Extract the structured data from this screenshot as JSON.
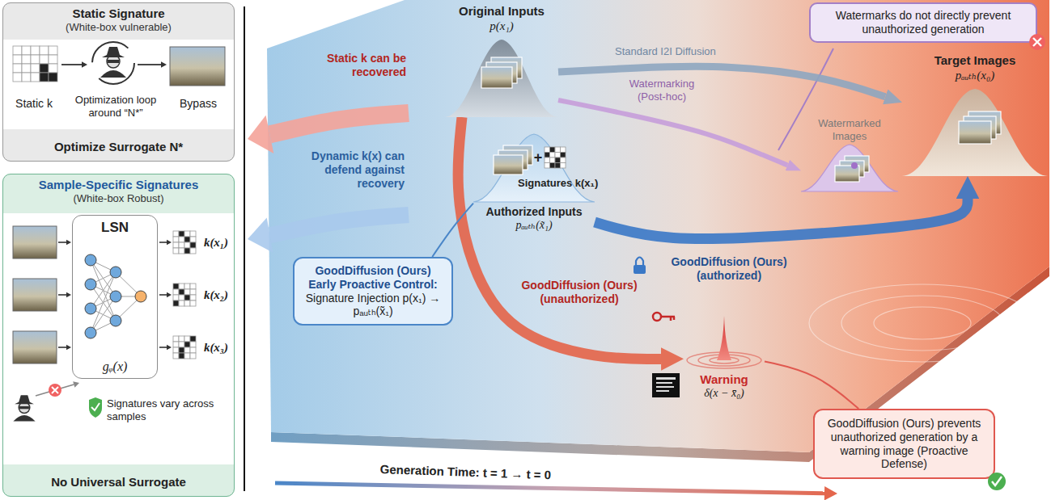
{
  "diagram": {
    "nodes": [
      {
        "text": [
          "Static Signature",
          "(White-box vulnerable)",
          "Optimize Surrogate N*"
        ]
      },
      {
        "text": [
          "Sample-Specific Signatures",
          "(White-box Robust)",
          "No Universal Surrogate"
        ]
      },
      {
        "text": [
          "LSN",
          "gᵩ(x)"
        ],
        "in": 1
      },
      {
        "text": [
          "Original Inputs",
          "p(x₁)"
        ]
      },
      {
        "text": [
          "Watermarks do not directly prevent unauthorized generation"
        ]
      },
      {
        "text": [
          "Target Images",
          "pₐᵤₜₕ(x₀)"
        ]
      },
      {
        "text": [
          "Authorized Inputs",
          "pₐᵤₜₕ(x̃₁)"
        ]
      },
      {
        "text": [
          "Watermarked Images"
        ]
      },
      {
        "text": [
          "GoodDiffusion (Ours) Early Proactive Control:",
          "Signature Injection p(x₁) → pₐᵤₜₕ(x̃₁)"
        ]
      },
      {
        "text": [
          "Warning",
          "δ(x − x̄₀)"
        ]
      },
      {
        "text": [
          "GoodDiffusion (Ours) prevents unauthorized generation by a warning image (Proactive Defense)"
        ]
      }
    ],
    "edges": [
      {
        "from": 3,
        "to": 5,
        "arrow": "to",
        "label": "Standard I2I Diffusion"
      },
      {
        "from": 3,
        "to": 7,
        "arrow": "to",
        "label": "Watermarking (Post-hoc)"
      },
      {
        "from": 6,
        "to": 5,
        "arrow": "to",
        "label": "GoodDiffusion (Ours) (authorized)"
      },
      {
        "from": 3,
        "to": 9,
        "arrow": "to",
        "label": "GoodDiffusion (Ours) (unauthorized)"
      },
      {
        "from": 8,
        "to": 6,
        "arrow": "none"
      },
      {
        "from": 10,
        "to": 9,
        "arrow": "none"
      }
    ],
    "labels": [
      "Static k",
      "Optimization loop around “N*”",
      "Bypass",
      "k(x₁)",
      "k(x₂)",
      "k(x₃)",
      "Signatures vary across samples",
      "Static k can be recovered",
      "Dynamic k(x) can defend against recovery",
      "+",
      "Signatures k(x₁)",
      "Generation Time: t = 1 → t = 0"
    ]
  }
}
